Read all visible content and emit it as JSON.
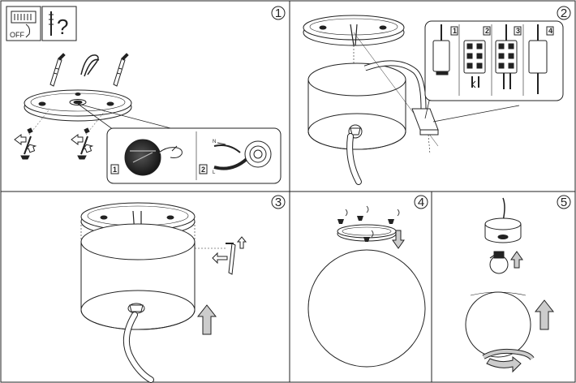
{
  "panels": [
    {
      "number": "1"
    },
    {
      "number": "2"
    },
    {
      "number": "3"
    },
    {
      "number": "4"
    },
    {
      "number": "5"
    }
  ],
  "step1": {
    "off_label": "OFF",
    "question_mark": "?",
    "sub_steps": [
      "1",
      "2"
    ],
    "wire_labels": [
      "N",
      "L"
    ]
  },
  "step2": {
    "sub_steps": [
      "1",
      "2",
      "3",
      "4"
    ]
  }
}
